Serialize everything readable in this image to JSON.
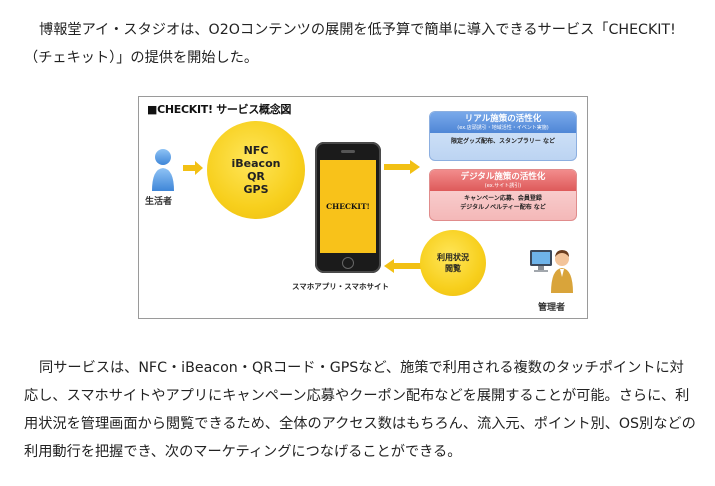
{
  "article": {
    "intro": "博報堂アイ・スタジオは、O2Oコンテンツの展開を低予算で簡単に導入できるサービス「CHECKIT!（チェキット）」の提供を開始した。",
    "body": "同サービスは、NFC・iBeacon・QRコード・GPSなど、施策で利用される複数のタッチポイントに対応し、スマホサイトやアプリにキャンペーン応募やクーポン配布などを展開することが可能。さらに、利用状況を管理画面から閲覧できるため、全体のアクセス数はもちろん、流入元、ポイント別、OS別などの利用動行を把握でき、次のマーケティングにつなげることができる。"
  },
  "figure": {
    "title": "■CHECKIT!  サービス概念図",
    "user_label": "生活者",
    "admin_label": "管理者",
    "tech_items": [
      "NFC",
      "iBeacon",
      "QR",
      "GPS"
    ],
    "phone_brand": "CHECKIT!",
    "phone_caption": "スマホアプリ・スマホサイト",
    "view_items": [
      "利用状況",
      "閲覧"
    ],
    "real_box": {
      "title": "リアル施策の活性化",
      "subtitle": "(ex.店頭誘引・地域活性・イベント実施)",
      "body": "限定グッズ配布、スタンプラリー など"
    },
    "digital_box": {
      "title": "デジタル施策の活性化",
      "subtitle": "(ex.サイト誘引)",
      "body_lines": [
        "キャンペーン応募、会員登録",
        "デジタルノベルティー配布 など"
      ]
    },
    "colors": {
      "circle": "#f7cf1c",
      "arrow": "#f2c014",
      "real_header": "#4f86d6",
      "digital_header": "#de5a5a",
      "phone_screen": "#f8c21a"
    }
  }
}
